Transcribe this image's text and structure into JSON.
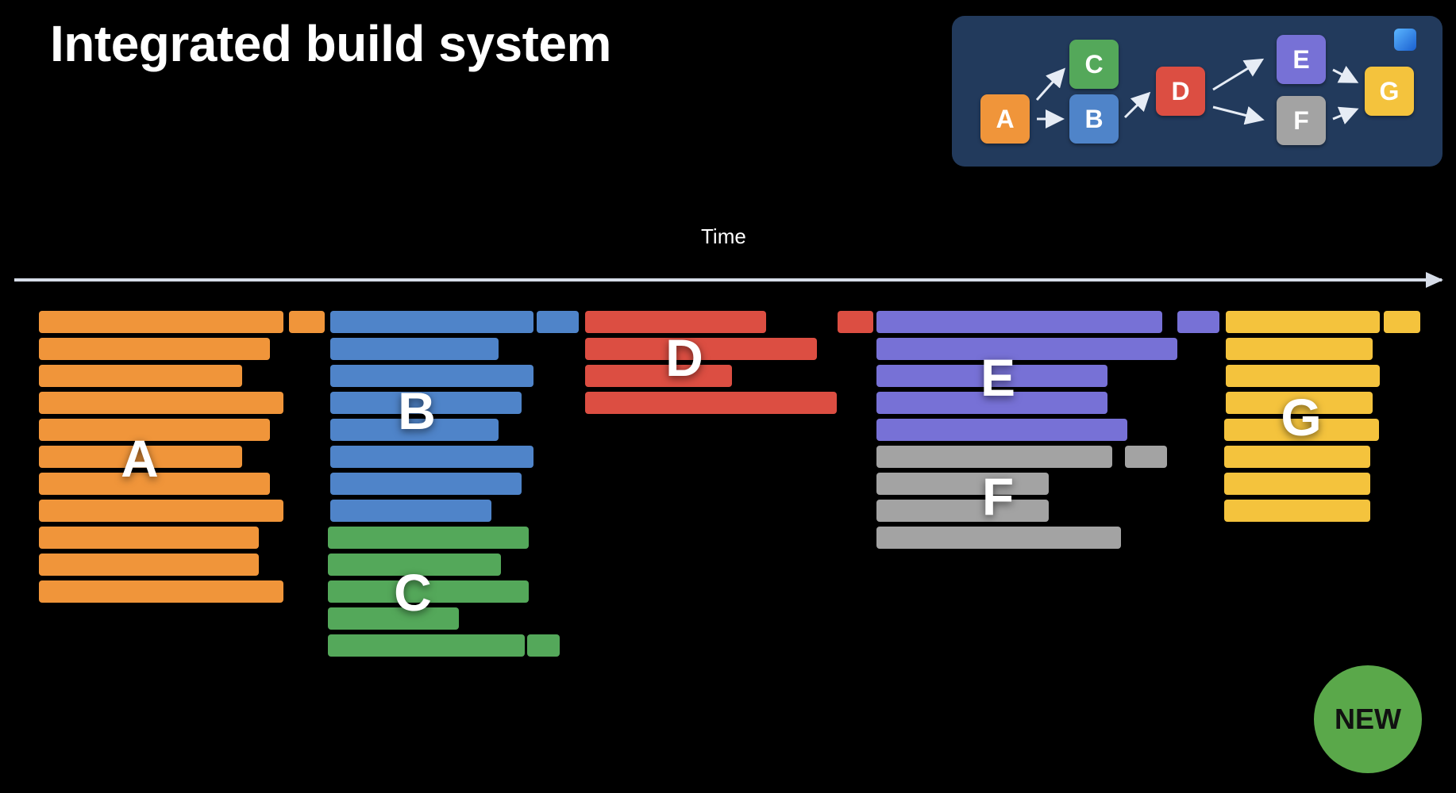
{
  "title": "Integrated build system",
  "axis_label": "Time",
  "badge": "NEW",
  "colors": {
    "A": "#f0953a",
    "B": "#4f84c9",
    "C": "#54a85a",
    "D": "#dc4e42",
    "E": "#7771d6",
    "F": "#a3a3a3",
    "G": "#f4c33d",
    "panel": "#223a5c"
  },
  "dependency_graph": {
    "nodes": [
      {
        "id": "A",
        "label": "A"
      },
      {
        "id": "B",
        "label": "B"
      },
      {
        "id": "C",
        "label": "C"
      },
      {
        "id": "D",
        "label": "D"
      },
      {
        "id": "E",
        "label": "E"
      },
      {
        "id": "F",
        "label": "F"
      },
      {
        "id": "G",
        "label": "G"
      }
    ],
    "edges": [
      [
        "A",
        "C"
      ],
      [
        "A",
        "B"
      ],
      [
        "B",
        "D"
      ],
      [
        "D",
        "E"
      ],
      [
        "D",
        "F"
      ],
      [
        "E",
        "G"
      ],
      [
        "F",
        "G"
      ]
    ],
    "icon": "xcode-icon"
  },
  "groups": [
    {
      "id": "A",
      "label": "A",
      "task_count": 11
    },
    {
      "id": "B",
      "label": "B",
      "task_count": 8
    },
    {
      "id": "C",
      "label": "C",
      "task_count": 5
    },
    {
      "id": "D",
      "label": "D",
      "task_count": 4
    },
    {
      "id": "E",
      "label": "E",
      "task_count": 5
    },
    {
      "id": "F",
      "label": "F",
      "task_count": 4
    },
    {
      "id": "G",
      "label": "G",
      "task_count": 8
    }
  ]
}
